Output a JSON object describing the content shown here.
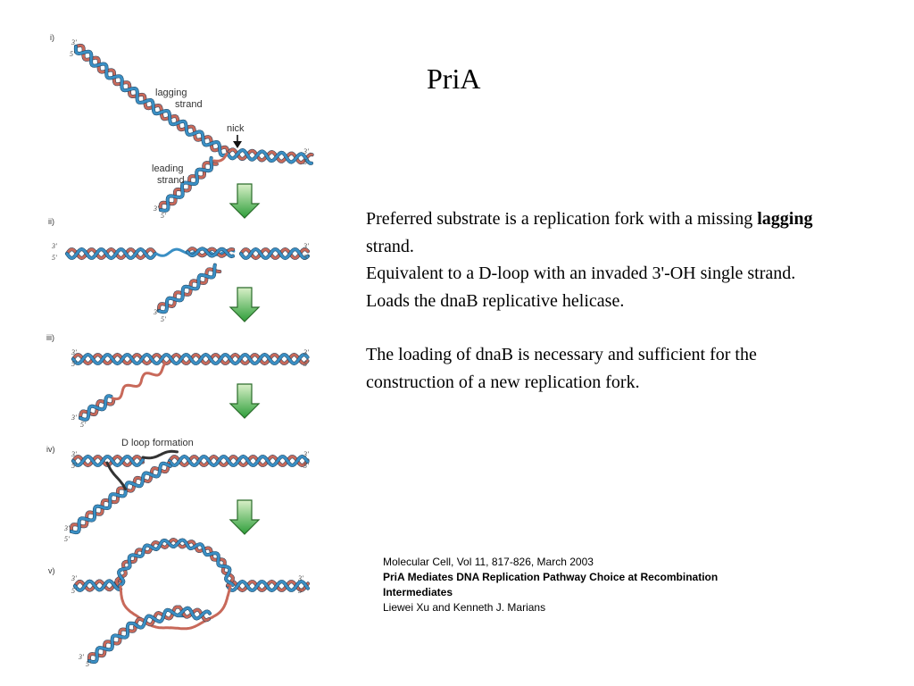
{
  "title": "PriA",
  "body": {
    "para1_before": "Preferred substrate is a replication fork with a missing ",
    "para1_bold": "lagging",
    "para1_after": " strand.",
    "para2": "Equivalent to a D-loop with an invaded 3'-OH single strand.",
    "para3": "Loads the dnaB replicative helicase.",
    "para4": "The loading of dnaB is necessary and sufficient for the construction of a new replication fork."
  },
  "citation": {
    "journal": "Molecular Cell, Vol 11, 817-826, March 2003",
    "paper_title": "PriA Mediates DNA Replication Pathway Choice at Recombination Intermediates",
    "authors": "Liewei Xu and Kenneth J. Marians"
  },
  "diagram": {
    "steps": [
      "i)",
      "ii)",
      "iii)",
      "iv)",
      "v)"
    ],
    "labels": {
      "lagging_1": "lagging",
      "lagging_2": "strand",
      "nick": "nick",
      "leading_1": "leading",
      "leading_2": "strand",
      "dloop": "D loop formation"
    },
    "end_marks": {
      "three": "3'",
      "five": "5'"
    },
    "colors": {
      "strand_a": "#3a8fc4",
      "strand_b": "#c8695a",
      "arrow_top": "#d9f0c8",
      "arrow_bottom": "#2e9e3a",
      "arrow_stroke": "#2a6b2a"
    },
    "icons": [
      "down-arrow-icon"
    ]
  }
}
